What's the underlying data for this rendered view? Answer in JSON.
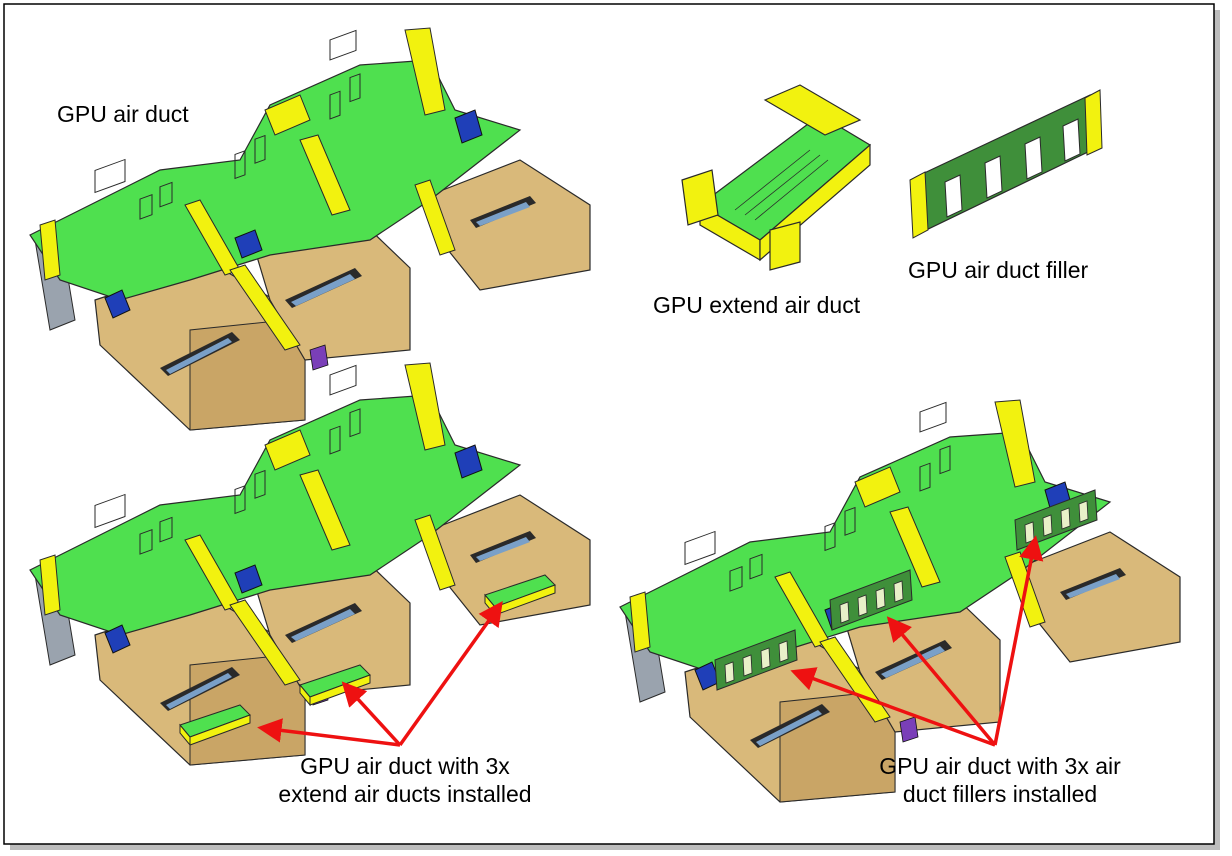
{
  "labels": {
    "gpu_air_duct": "GPU air duct",
    "gpu_extend_air_duct": "GPU extend air duct",
    "gpu_air_duct_filler": "GPU air duct filler",
    "extend_installed_line1": "GPU air duct with 3x",
    "extend_installed_line2": "extend air ducts installed",
    "fillers_installed_line1": "GPU air duct with 3x air",
    "fillers_installed_line2": "duct fillers installed"
  },
  "colors": {
    "duct_green": "#4fe04f",
    "duct_yellow": "#f2f20f",
    "duct_tan": "#d9b97a",
    "connector_blue": "#1f3fb8",
    "filler_green": "#3f8f3a",
    "arrow_red": "#ee1111",
    "outline": "#2a2a2a"
  }
}
